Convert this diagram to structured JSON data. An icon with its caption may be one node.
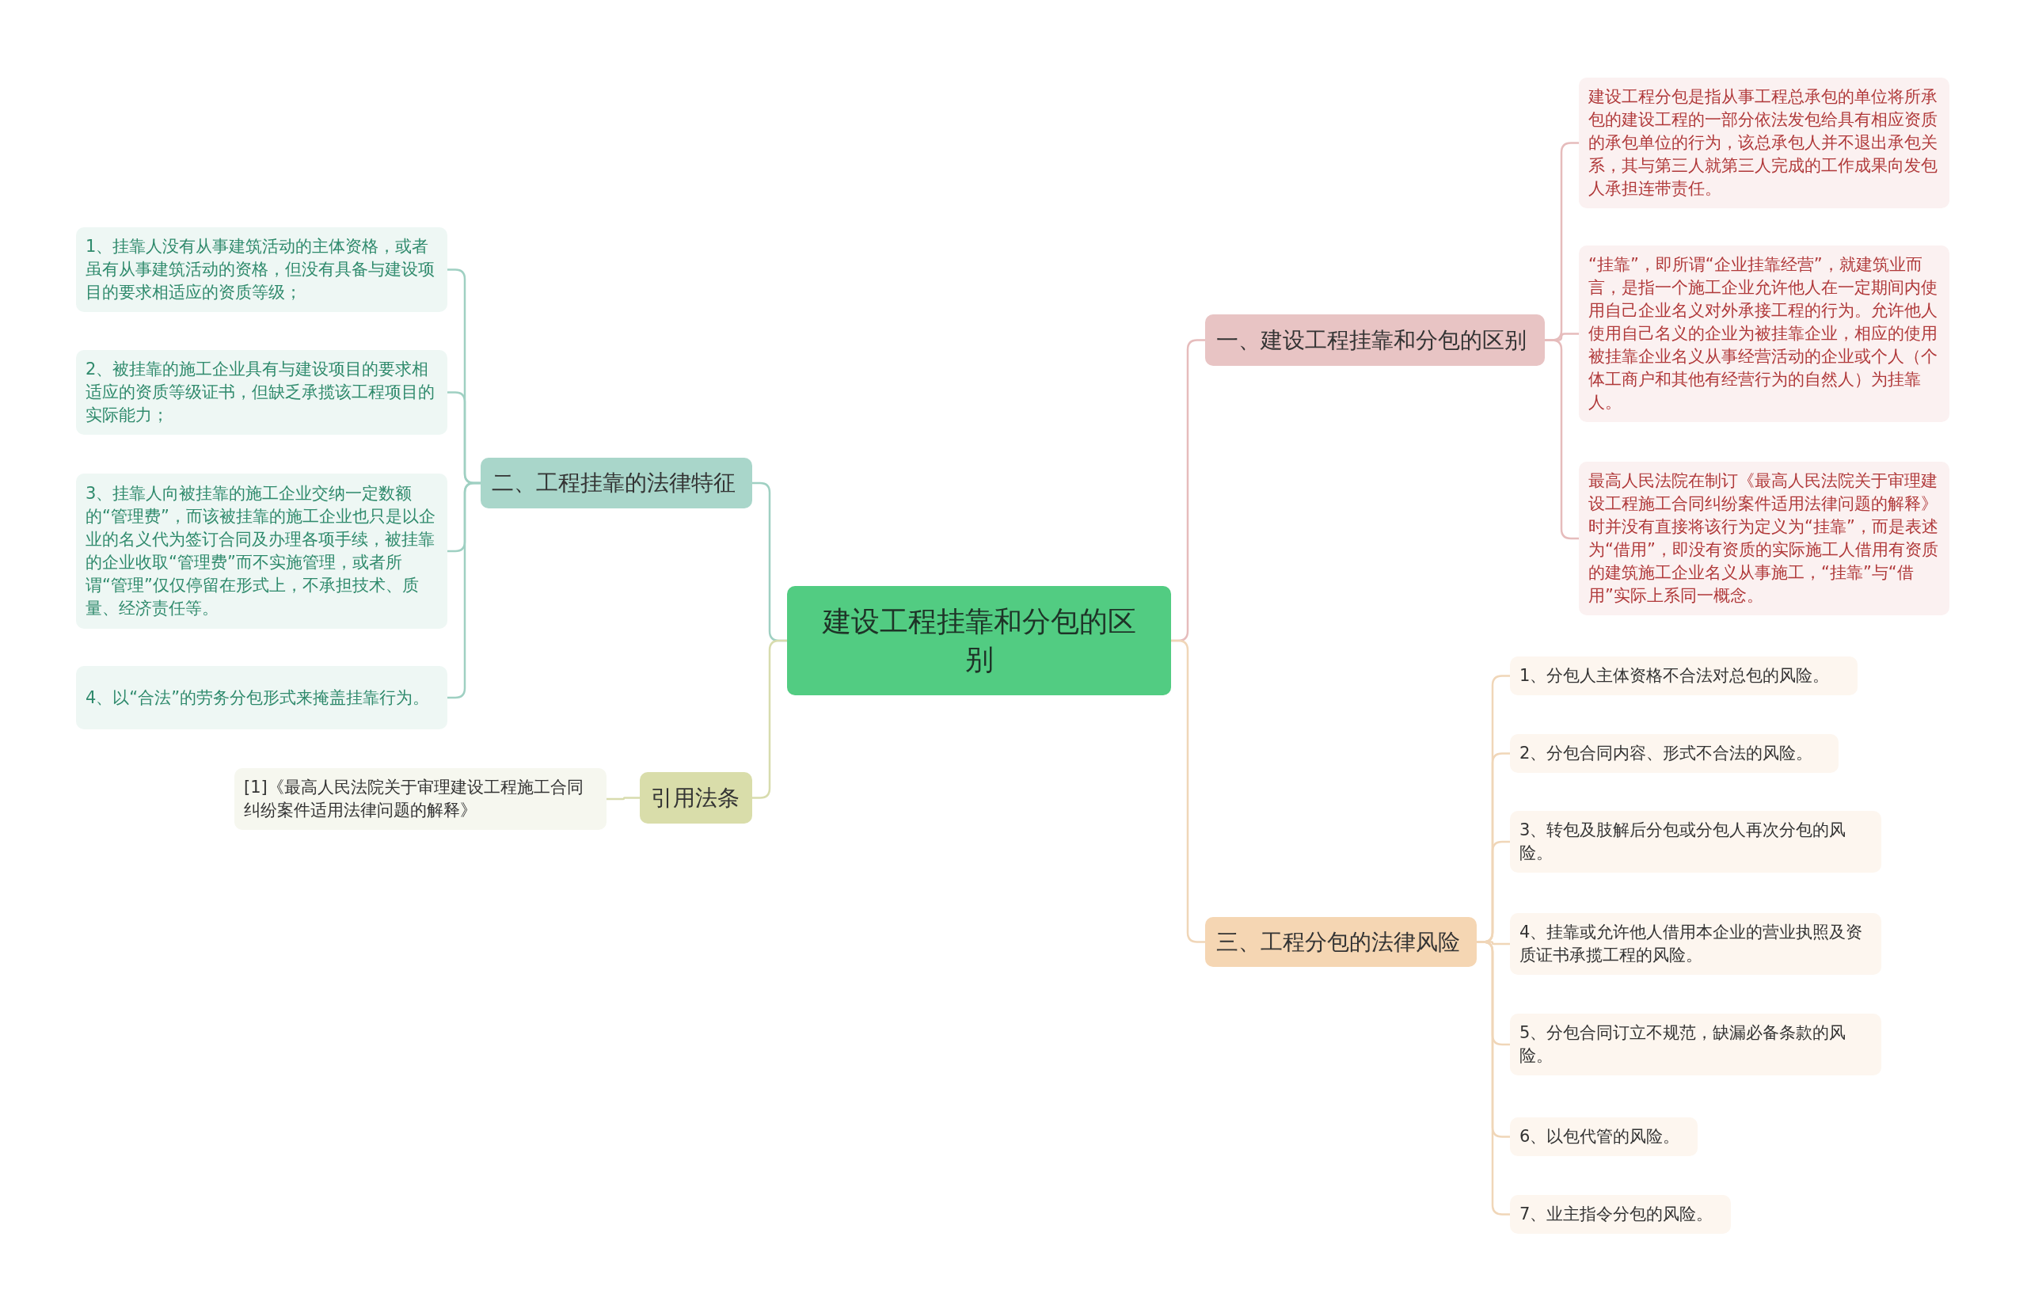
{
  "diagram": {
    "nodes": [
      {
        "text": [
          "建设工程挂靠和分包的区别"
        ]
      },
      {
        "text": [
          "一、建设工程挂靠和分包的区别"
        ]
      },
      {
        "text": [
          "建设工程分包是指从事工程总承包的单位将所承包的建设工程的一部分依法发包给具有相应资质的承包单位的行为，该总承包人并不退出承包关系，其与第三人就第三人完成的工作成果向发包人承担连带责任。"
        ]
      },
      {
        "text": [
          "“挂靠”，即所谓“企业挂靠经营”，就建筑业而言，是指一个施工企业允许他人在一定期间内使用自己企业名义对外承接工程的行为。允许他人使用自己名义的企业为被挂靠企业，相应的使用被挂靠企业名义从事经营活动的企业或个人（个体工商户和其他有经营行为的自然人）为挂靠人。"
        ]
      },
      {
        "text": [
          "最高人民法院在制订《最高人民法院关于审理建设工程施工合同纠纷案件适用法律问题的解释》时并没有直接将该行为定义为“挂靠”，而是表述为“借用”，即没有资质的实际施工人借用有资质的建筑施工企业名义从事施工，“挂靠”与“借用”实际上系同一概念。"
        ]
      },
      {
        "text": [
          "二、工程挂靠的法律特征"
        ]
      },
      {
        "text": [
          "1、挂靠人没有从事建筑活动的主体资格，或者虽有从事建筑活动的资格，但没有具备与建设项目的要求相适应的资质等级；"
        ]
      },
      {
        "text": [
          "2、被挂靠的施工企业具有与建设项目的要求相适应的资质等级证书，但缺乏承揽该工程项目的实际能力；"
        ]
      },
      {
        "text": [
          "3、挂靠人向被挂靠的施工企业交纳一定数额的“管理费”，而该被挂靠的施工企业也只是以企业的名义代为签订合同及办理各项手续，被挂靠的企业收取“管理费”而不实施管理，或者所谓“管理”仅仅停留在形式上，不承担技术、质量、经济责任等。"
        ]
      },
      {
        "text": [
          "4、以“合法”的劳务分包形式来掩盖挂靠行为。"
        ]
      },
      {
        "text": [
          "三、工程分包的法律风险"
        ]
      },
      {
        "text": [
          "1、分包人主体资格不合法对总包的风险。"
        ]
      },
      {
        "text": [
          "2、分包合同内容、形式不合法的风险。"
        ]
      },
      {
        "text": [
          "3、转包及肢解后分包或分包人再次分包的风险。"
        ]
      },
      {
        "text": [
          "4、挂靠或允许他人借用本企业的营业执照及资质证书承揽工程的风险。"
        ]
      },
      {
        "text": [
          "5、分包合同订立不规范，缺漏必备条款的风险。"
        ]
      },
      {
        "text": [
          "6、以包代管的风险。"
        ]
      },
      {
        "text": [
          "7、业主指令分包的风险。"
        ]
      },
      {
        "text": [
          "引用法条"
        ]
      },
      {
        "text": [
          "[1]《最高人民法院关于审理建设工程施工合同纠纷案件适用法律问题的解释》"
        ]
      }
    ],
    "edges": [
      {
        "from": 0,
        "to": 1,
        "arrow": "none",
        "color": "#e6bcbc"
      },
      {
        "from": 1,
        "to": 2,
        "arrow": "none",
        "color": "#e6bcbc"
      },
      {
        "from": 1,
        "to": 3,
        "arrow": "none",
        "color": "#e6bcbc"
      },
      {
        "from": 1,
        "to": 4,
        "arrow": "none",
        "color": "#e6bcbc"
      },
      {
        "from": 0,
        "to": 5,
        "arrow": "none",
        "color": "#9fd0c2"
      },
      {
        "from": 5,
        "to": 6,
        "arrow": "none",
        "color": "#9fd0c2"
      },
      {
        "from": 5,
        "to": 7,
        "arrow": "none",
        "color": "#9fd0c2"
      },
      {
        "from": 5,
        "to": 8,
        "arrow": "none",
        "color": "#9fd0c2"
      },
      {
        "from": 5,
        "to": 9,
        "arrow": "none",
        "color": "#9fd0c2"
      },
      {
        "from": 0,
        "to": 10,
        "arrow": "none"
      },
      {
        "from": 10,
        "to": 11,
        "arrow": "none"
      },
      {
        "from": 10,
        "to": 12,
        "arrow": "none"
      },
      {
        "from": 10,
        "to": 13,
        "arrow": "none"
      },
      {
        "from": 10,
        "to": 14,
        "arrow": "none"
      },
      {
        "from": 10,
        "to": 15,
        "arrow": "none"
      },
      {
        "from": 10,
        "to": 16,
        "arrow": "none"
      },
      {
        "from": 10,
        "to": 17,
        "arrow": "none"
      },
      {
        "from": 0,
        "to": 18,
        "arrow": "none",
        "color": "#d8dcae"
      },
      {
        "from": 18,
        "to": 19,
        "arrow": "none",
        "color": "#d8dcae"
      }
    ]
  }
}
